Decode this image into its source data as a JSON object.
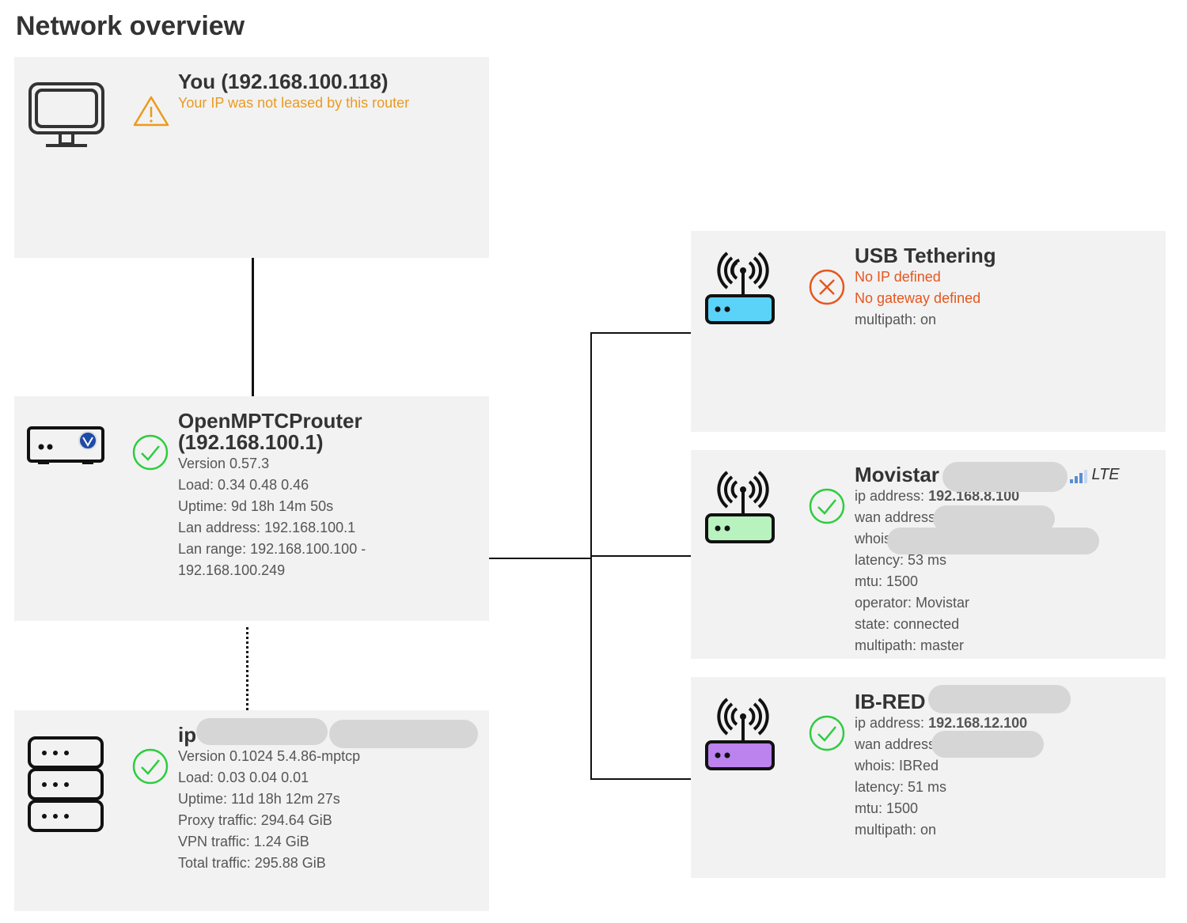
{
  "page": {
    "title": "Network overview"
  },
  "cards": {
    "client": {
      "title": "You (192.168.100.118)",
      "warning": "Your IP was not leased by this router",
      "icon": "monitor-icon",
      "status_icon": "warning-triangle-icon"
    },
    "router": {
      "title_line1": "OpenMPTCProuter",
      "title_line2": "(192.168.100.1)",
      "icon": "router-box-icon",
      "status_icon": "check-circle-icon",
      "lines": [
        "Version 0.57.3",
        "Load: 0.34 0.48 0.46",
        "Uptime: 9d 18h 14m 50s",
        "Lan address: 192.168.100.1",
        "Lan range: 192.168.100.100 -",
        "192.168.100.249"
      ]
    },
    "server": {
      "title": "ip",
      "icon": "server-stack-icon",
      "status_icon": "check-circle-icon",
      "lines": [
        "Version 0.1024 5.4.86-mptcp",
        "Load: 0.03 0.04 0.01",
        "Uptime: 11d 18h 12m 27s",
        "Proxy traffic: 294.64 GiB",
        "VPN traffic: 1.24 GiB",
        "Total traffic: 295.88 GiB"
      ]
    },
    "usb": {
      "title": "USB Tethering",
      "icon": "wifi-router-icon",
      "status_icon": "error-circle-icon",
      "errors": [
        "No IP defined",
        "No gateway defined"
      ],
      "lines": [
        "multipath: on"
      ],
      "color": "#5bd2f8"
    },
    "movistar": {
      "title": "Movistar",
      "badge": "LTE",
      "icon": "wifi-router-icon",
      "status_icon": "check-circle-icon",
      "ip_label": "ip address: ",
      "ip_value": "192.168.8.100",
      "wan_label": "wan address",
      "whois_label": "whois",
      "lines": [
        "latency: 53 ms",
        "mtu: 1500",
        "operator: Movistar",
        "state: connected",
        "multipath: master"
      ],
      "color": "#b8f2be"
    },
    "ibred": {
      "title": "IB-RED",
      "icon": "wifi-router-icon",
      "status_icon": "check-circle-icon",
      "ip_label": "ip address: ",
      "ip_value": "192.168.12.100",
      "wan_label": "wan address",
      "lines": [
        "whois: IBRed",
        "latency: 51 ms",
        "mtu: 1500",
        "multipath: on"
      ],
      "color": "#bc82ee"
    }
  },
  "colors": {
    "ok": "#2ecc40",
    "warning": "#eb9a1f",
    "error": "#e6561e",
    "card_bg": "#f2f2f2"
  }
}
